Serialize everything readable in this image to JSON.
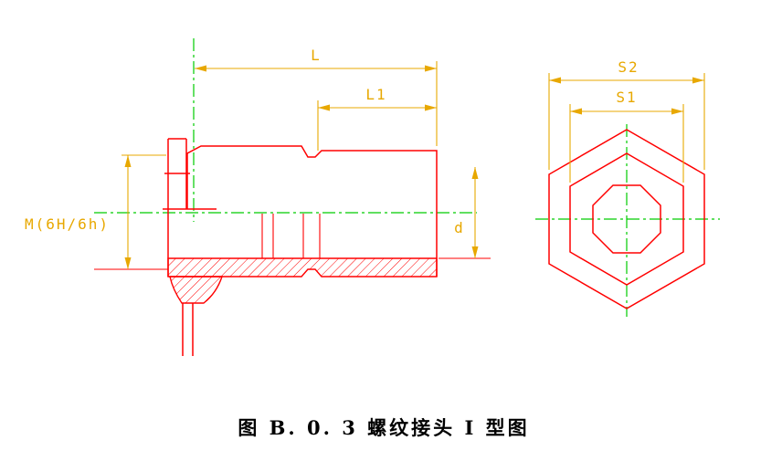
{
  "drawing": {
    "front_view": {
      "labels": {
        "length": "L",
        "thread_length": "L1",
        "thread_spec": "M(6H/6h)",
        "diameter": "d"
      }
    },
    "end_view": {
      "labels": {
        "width_outer": "S2",
        "width_inner": "S1"
      }
    },
    "caption": "图 B. 0. 3  螺纹接头 I 型图",
    "colors": {
      "part_outline": "#ff0000",
      "centerline": "#00cc00",
      "dimension": "#e8a800",
      "caption_text": "#000000",
      "background": "#ffffff"
    }
  }
}
